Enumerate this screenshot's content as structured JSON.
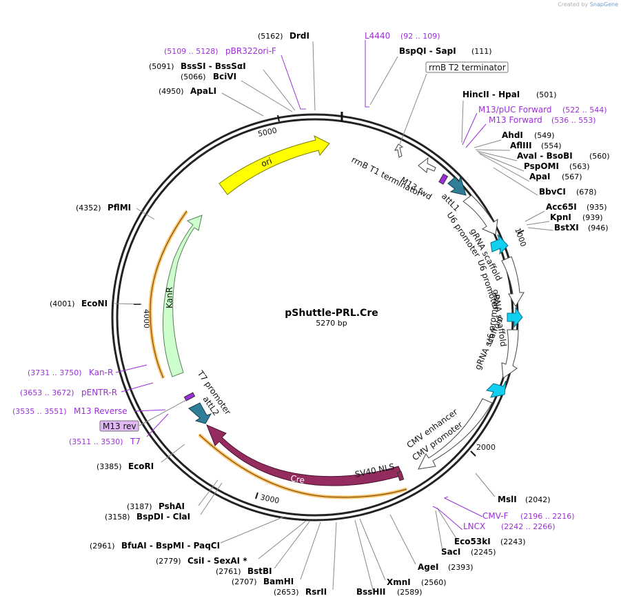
{
  "credit": {
    "prefix": "Created by",
    "brand": "SnapGene"
  },
  "plasmid": {
    "name": "pShuttle-PRL.Cre",
    "size": "5270 bp"
  },
  "colors": {
    "backbone": "#222222",
    "primer": "#9a2fd9",
    "ori": "#ffff00",
    "kanr": "#ccffcc",
    "cre": "#952c5f",
    "att": "#2f7d97",
    "grna": "#10cfef",
    "orange": "#f5a623"
  },
  "ticks": [
    "1000",
    "2000",
    "3000",
    "4000",
    "5000"
  ],
  "sites": [
    {
      "name": "DrdI",
      "pos": "(5162)"
    },
    {
      "name": "BspQI  -  SapI",
      "pos": "(111)"
    },
    {
      "name": "BssSI  -  BssSαI",
      "pos": "(5091)"
    },
    {
      "name": "BciVI",
      "pos": "(5066)"
    },
    {
      "name": "ApaLI",
      "pos": "(4950)"
    },
    {
      "name": "HincII  -  HpaI",
      "pos": "(501)"
    },
    {
      "name": "AhdI",
      "pos": "(549)"
    },
    {
      "name": "AflIII",
      "pos": "(554)"
    },
    {
      "name": "AvaI  -  BsoBI",
      "pos": "(560)"
    },
    {
      "name": "PspOMI",
      "pos": "(563)"
    },
    {
      "name": "ApaI",
      "pos": "(567)"
    },
    {
      "name": "BbvCI",
      "pos": "(678)"
    },
    {
      "name": "Acc65I",
      "pos": "(935)"
    },
    {
      "name": "KpnI",
      "pos": "(939)"
    },
    {
      "name": "BstXI",
      "pos": "(946)"
    },
    {
      "name": "PflMI",
      "pos": "(4352)"
    },
    {
      "name": "EcoNI",
      "pos": "(4001)"
    },
    {
      "name": "MslI",
      "pos": "(2042)"
    },
    {
      "name": "Eco53kI",
      "pos": "(2243)"
    },
    {
      "name": "SacI",
      "pos": "(2245)"
    },
    {
      "name": "AgeI",
      "pos": "(2393)"
    },
    {
      "name": "XmnI",
      "pos": "(2560)"
    },
    {
      "name": "BssHII",
      "pos": "(2589)"
    },
    {
      "name": "RsrII",
      "pos": "(2653)"
    },
    {
      "name": "BamHI",
      "pos": "(2707)"
    },
    {
      "name": "BstBI",
      "pos": "(2761)"
    },
    {
      "name": "CsiI  -  SexAI *",
      "pos": "(2779)"
    },
    {
      "name": "BfuAI  -  BspMI  -  PaqCI",
      "pos": "(2961)"
    },
    {
      "name": "BspDI  -  ClaI",
      "pos": "(3158)"
    },
    {
      "name": "PshAI",
      "pos": "(3187)"
    },
    {
      "name": "EcoRI",
      "pos": "(3385)"
    }
  ],
  "primers": [
    {
      "name": "L4440",
      "pos": "(92 .. 109)"
    },
    {
      "name": "pBR322ori-F",
      "pos": "(5109 .. 5128)"
    },
    {
      "name": "M13/pUC Forward",
      "pos": "(522 .. 544)"
    },
    {
      "name": "M13 Forward",
      "pos": "(536 .. 553)"
    },
    {
      "name": "CMV-F",
      "pos": "(2196 .. 2216)"
    },
    {
      "name": "LNCX",
      "pos": "(2242 .. 2266)"
    },
    {
      "name": "Kan-R",
      "pos": "(3731 .. 3750)"
    },
    {
      "name": "pENTR-R",
      "pos": "(3653 .. 3672)"
    },
    {
      "name": "M13 Reverse",
      "pos": "(3535 .. 3551)"
    },
    {
      "name": "T7",
      "pos": "(3511 .. 3530)"
    }
  ],
  "boxed": {
    "rrnb_t2": "rrnB T2 terminator",
    "m13rev": "M13 rev"
  },
  "features": {
    "ori": "ori",
    "kanr": "KanR",
    "cre": "Cre",
    "sv40": "SV40 NLS",
    "rrnb_t1": "rrnB T1 terminator",
    "m13fwd": "M13 fwd",
    "attl1": "attL1",
    "u6_1": "U6 promoter",
    "grna_1": "gRNA scaffold",
    "u6_2": "U6 promoter",
    "grna_2": "gRNA scaffold",
    "u6_3": "U6 promoter",
    "grna_3": "gRNA scaffold",
    "cmv_enh": "CMV enhancer",
    "cmv_pro": "CMV promoter",
    "t7": "T7 promoter",
    "attl2": "attL2"
  }
}
